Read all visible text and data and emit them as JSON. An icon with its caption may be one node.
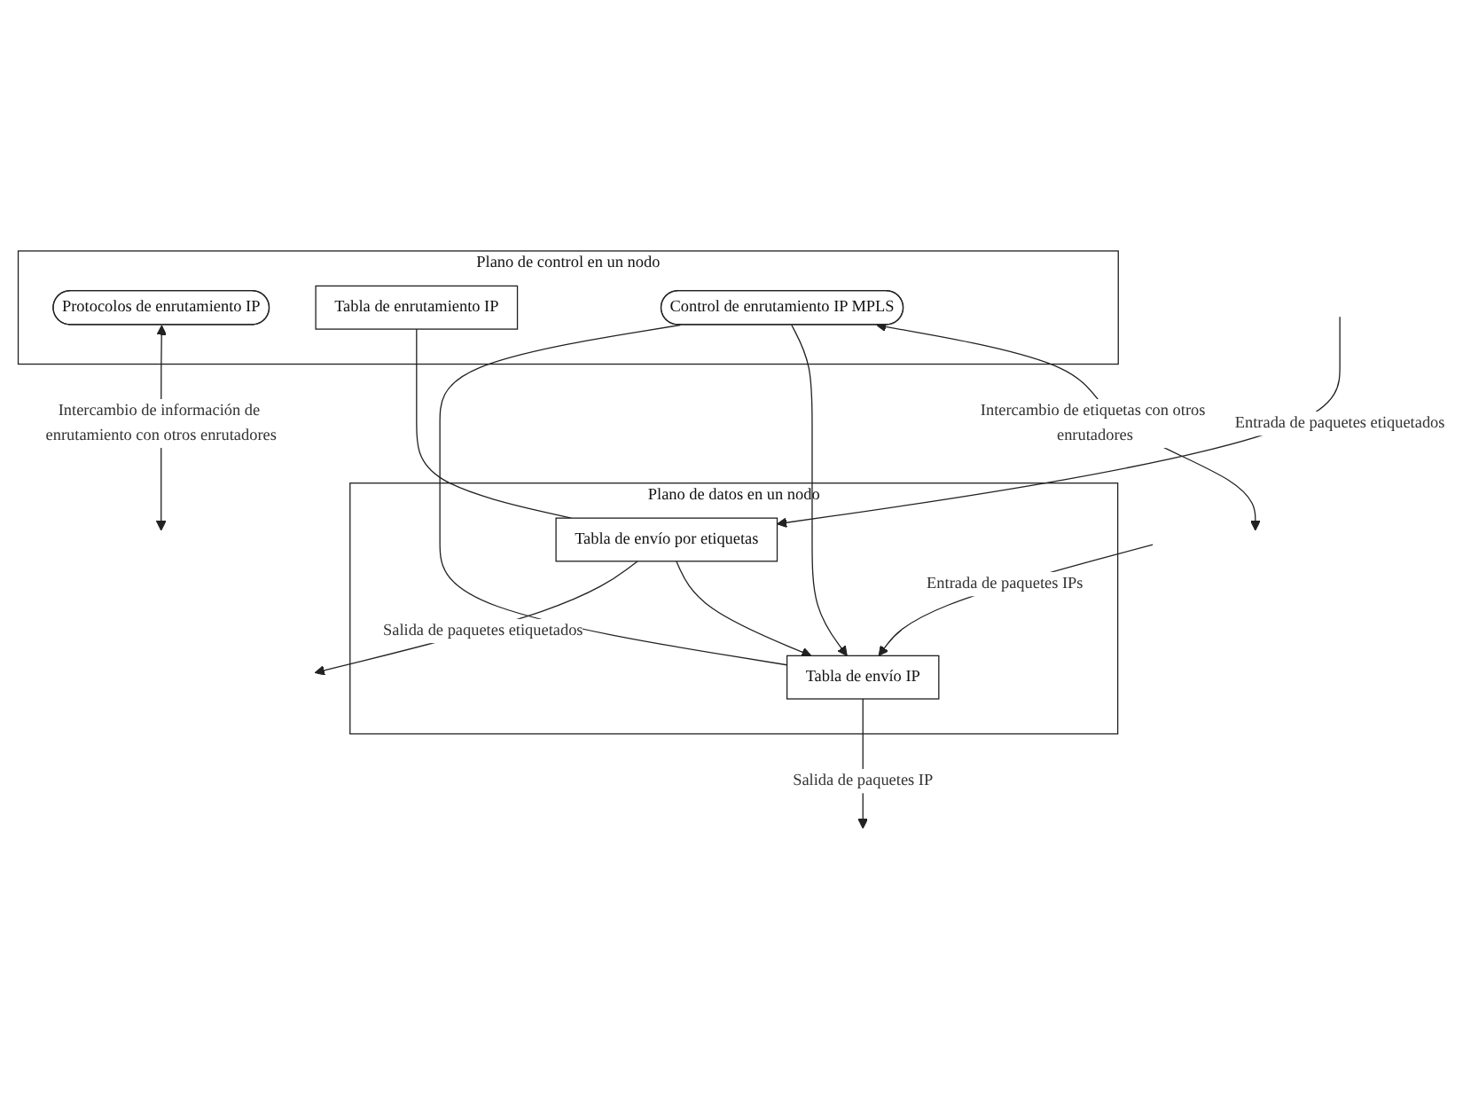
{
  "diagram": {
    "nodes": [
      {
        "text": [
          "Plano de control en un nodo"
        ]
      },
      {
        "text": [
          "Protocolos de enrutamiento IP"
        ],
        "in": 0
      },
      {
        "text": [
          "Tabla de enrutamiento IP"
        ],
        "in": 0
      },
      {
        "text": [
          "Control de enrutamiento IP MPLS"
        ],
        "in": 0
      },
      {
        "text": [
          "Plano de datos en un nodo"
        ]
      },
      {
        "text": [
          "Tabla de envío IP"
        ],
        "in": 4
      },
      {
        "text": [
          "Tabla de envío por etiquetas"
        ],
        "in": 4
      }
    ],
    "edges": [
      {
        "from": 1,
        "to": null,
        "arrow": "both",
        "label": "Intercambio de información de enrutamiento con otros enrutadores"
      },
      {
        "from": 3,
        "to": null,
        "arrow": "both",
        "label": "Intercambio de etiquetas con otros enrutadores"
      },
      {
        "from": 3,
        "to": 5,
        "arrow": "to"
      },
      {
        "from": 2,
        "to": 6,
        "arrow": "none"
      },
      {
        "from": 3,
        "to": 5,
        "arrow": "none"
      },
      {
        "from": null,
        "to": 5,
        "arrow": "to",
        "label": "Entrada de paquetes IPs"
      },
      {
        "from": null,
        "to": 6,
        "arrow": "to",
        "label": "Entrada de paquetes etiquetados"
      },
      {
        "from": 6,
        "to": 5,
        "arrow": "to"
      },
      {
        "from": 5,
        "to": null,
        "arrow": "to",
        "label": "Salida de paquetes IP"
      },
      {
        "from": 6,
        "to": null,
        "arrow": "to",
        "label": "Salida de paquetes etiquetados"
      }
    ]
  }
}
